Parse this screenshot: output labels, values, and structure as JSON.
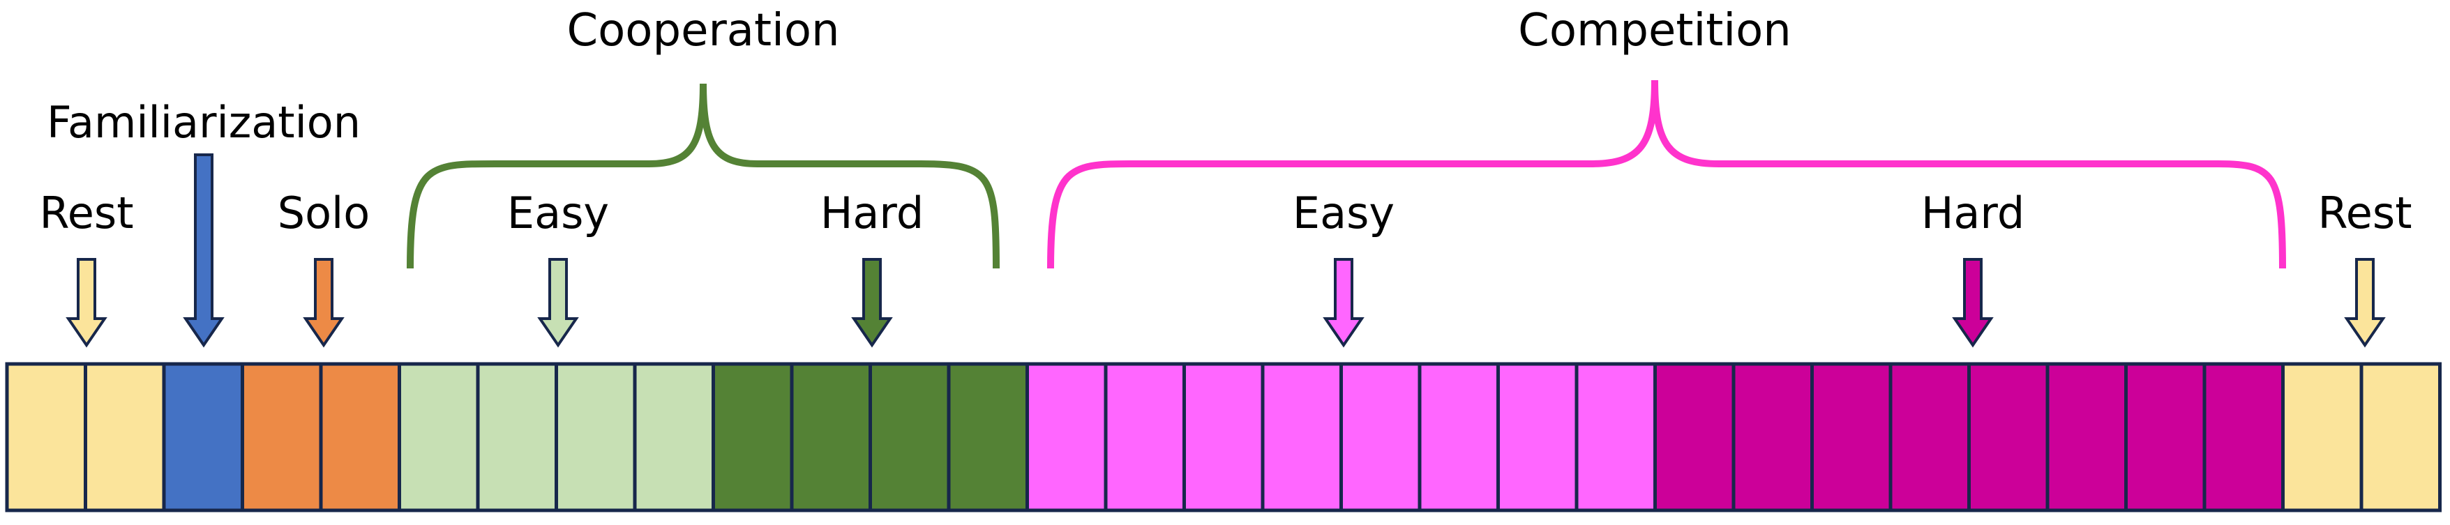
{
  "groups": {
    "cooperation": "Cooperation",
    "competition": "Competition"
  },
  "labels": {
    "rest_start": "Rest",
    "familiarization": "Familiarization",
    "solo": "Solo",
    "coop_easy": "Easy",
    "coop_hard": "Hard",
    "comp_easy": "Easy",
    "comp_hard": "Hard",
    "rest_end": "Rest"
  },
  "colors": {
    "rest": "#fbe49b",
    "familiarization": "#4472c4",
    "solo": "#ed8a46",
    "coop_easy": "#c7e0b4",
    "coop_hard": "#548235",
    "comp_easy": "#ff66ff",
    "comp_hard": "#cc0099",
    "cooperation_brace": "#548235",
    "competition_brace": "#ff33cc",
    "outline": "#17274b"
  },
  "blocks": [
    "rest",
    "rest",
    "familiarization",
    "solo",
    "solo",
    "coop_easy",
    "coop_easy",
    "coop_easy",
    "coop_easy",
    "coop_hard",
    "coop_hard",
    "coop_hard",
    "coop_hard",
    "comp_easy",
    "comp_easy",
    "comp_easy",
    "comp_easy",
    "comp_easy",
    "comp_easy",
    "comp_easy",
    "comp_easy",
    "comp_hard",
    "comp_hard",
    "comp_hard",
    "comp_hard",
    "comp_hard",
    "comp_hard",
    "comp_hard",
    "comp_hard",
    "rest",
    "rest"
  ],
  "arrows": [
    {
      "key": "rest_start",
      "color": "rest"
    },
    {
      "key": "familiarization",
      "color": "familiarization"
    },
    {
      "key": "solo",
      "color": "solo"
    },
    {
      "key": "coop_easy",
      "color": "coop_easy"
    },
    {
      "key": "coop_hard",
      "color": "coop_hard"
    },
    {
      "key": "comp_easy",
      "color": "comp_easy"
    },
    {
      "key": "comp_hard",
      "color": "comp_hard"
    },
    {
      "key": "rest_end",
      "color": "rest"
    }
  ]
}
